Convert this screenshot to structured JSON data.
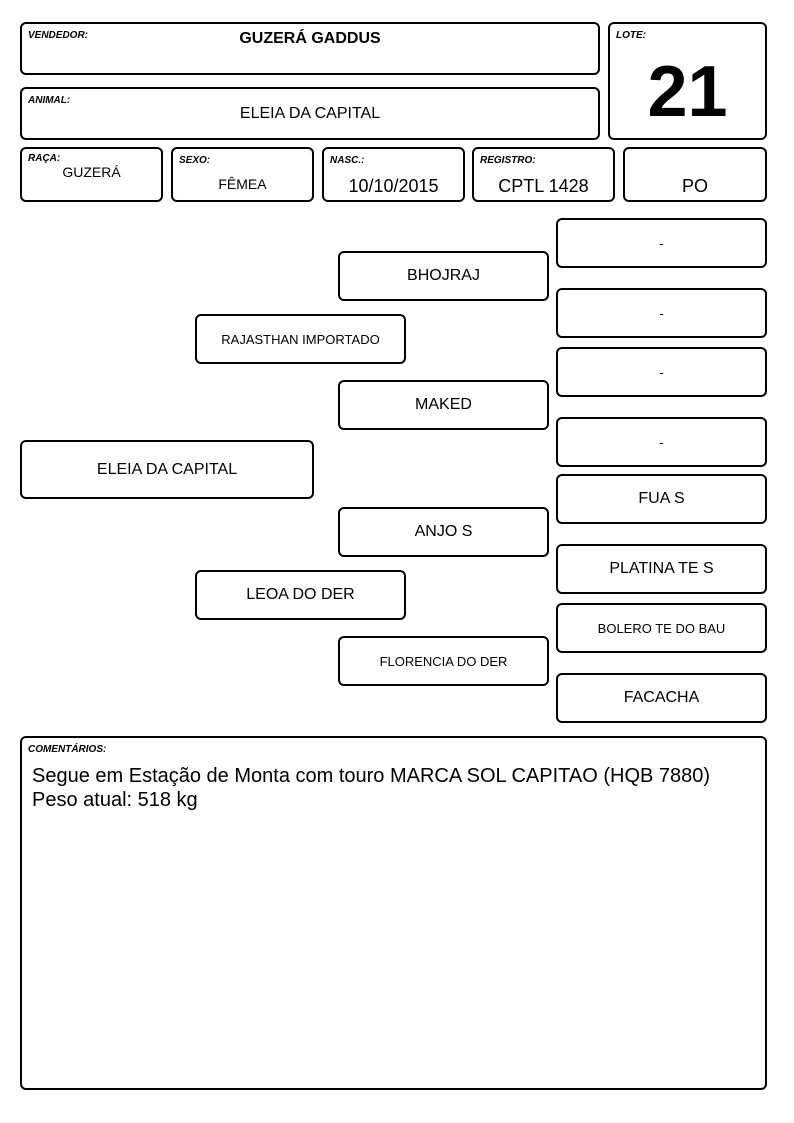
{
  "header": {
    "vendedor_label": "VENDEDOR:",
    "vendedor": "GUZERÁ GADDUS",
    "lote_label": "LOTE:",
    "lote": "21",
    "animal_label": "ANIMAL:",
    "animal": "ELEIA DA CAPITAL"
  },
  "info": {
    "raca_label": "RAÇA:",
    "raca": "GUZERÁ",
    "sexo_label": "SEXO:",
    "sexo": "FÊMEA",
    "nasc_label": "NASC.:",
    "nasc": "10/10/2015",
    "registro_label": "REGISTRO:",
    "registro": "CPTL 1428",
    "categoria": "PO"
  },
  "pedigree": {
    "animal": "ELEIA DA CAPITAL",
    "sire": "RAJASTHAN IMPORTADO",
    "dam": "LEOA DO DER",
    "sire_sire": "BHOJRAJ",
    "sire_dam": "MAKED",
    "dam_sire": "ANJO S",
    "dam_dam": "FLORENCIA DO DER",
    "ggp": [
      "-",
      "-",
      "-",
      "-",
      "FUA S",
      "PLATINA TE S",
      "BOLERO TE DO BAU",
      "FACACHA"
    ]
  },
  "comments": {
    "label": "COMENTÁRIOS:",
    "line1": "Segue em Estação de Monta com touro MARCA SOL CAPITAO (HQB 7880)",
    "line2": "Peso atual: 518 kg"
  }
}
